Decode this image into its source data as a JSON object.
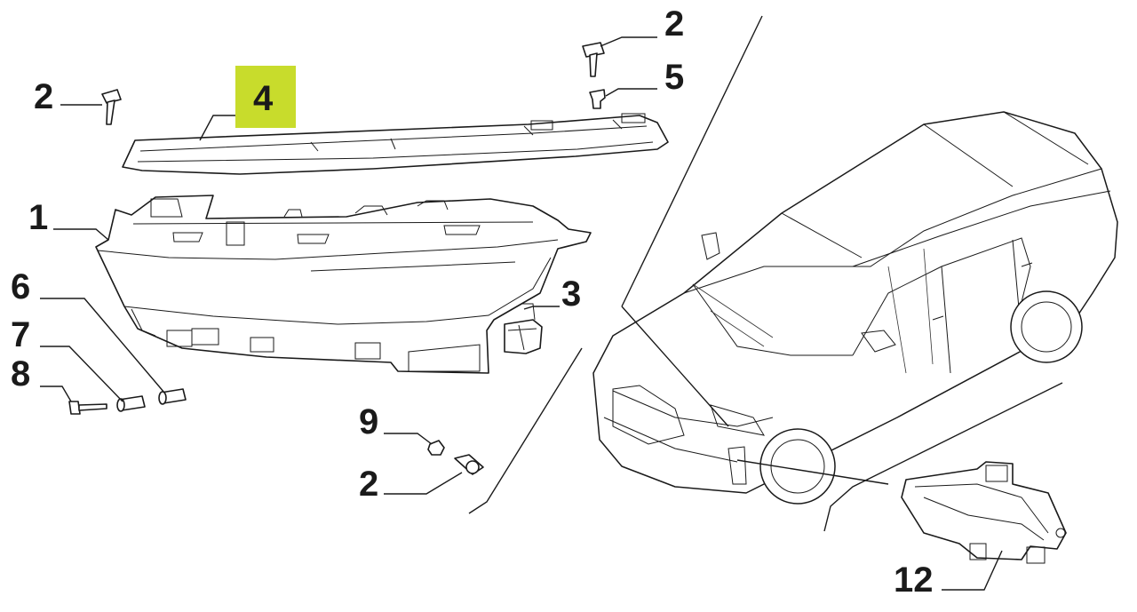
{
  "callouts": [
    {
      "id": "c2a",
      "label": "2"
    },
    {
      "id": "c4",
      "label": "4",
      "highlighted": true
    },
    {
      "id": "c2b",
      "label": "2"
    },
    {
      "id": "c5",
      "label": "5"
    },
    {
      "id": "c1",
      "label": "1"
    },
    {
      "id": "c6",
      "label": "6"
    },
    {
      "id": "c3",
      "label": "3"
    },
    {
      "id": "c7",
      "label": "7"
    },
    {
      "id": "c8",
      "label": "8"
    },
    {
      "id": "c9",
      "label": "9"
    },
    {
      "id": "c2c",
      "label": "2"
    },
    {
      "id": "c12",
      "label": "12"
    }
  ],
  "colors": {
    "highlight": "#c8dc2c",
    "line": "#1a1a1a",
    "background": "#ffffff"
  }
}
